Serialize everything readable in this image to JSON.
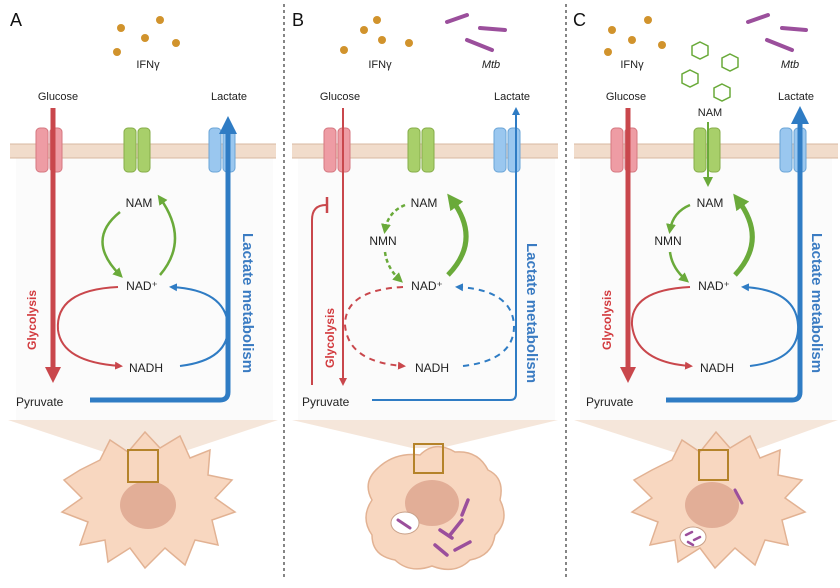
{
  "panels": [
    {
      "letter": "A",
      "cytokine": "IFNγ",
      "pathogen": "",
      "nam_outside": "",
      "glucose": "Glucose",
      "lactate": "Lactate",
      "nam": "NAM",
      "nmn": "",
      "nad": "NAD⁺",
      "nadh": "NADH",
      "pyruvate": "Pyruvate",
      "glycolysis": "Glycolysis",
      "lactate_metabolism": "Lactate metabolism"
    },
    {
      "letter": "B",
      "cytokine": "IFNγ",
      "pathogen": "Mtb",
      "nam_outside": "",
      "glucose": "Glucose",
      "lactate": "Lactate",
      "nam": "NAM",
      "nmn": "NMN",
      "nad": "NAD⁺",
      "nadh": "NADH",
      "pyruvate": "Pyruvate",
      "glycolysis": "Glycolysis",
      "lactate_metabolism": "Lactate metabolism"
    },
    {
      "letter": "C",
      "cytokine": "IFNγ",
      "pathogen": "Mtb",
      "nam_outside": "NAM",
      "glucose": "Glucose",
      "lactate": "Lactate",
      "nam": "NAM",
      "nmn": "NMN",
      "nad": "NAD⁺",
      "nadh": "NADH",
      "pyruvate": "Pyruvate",
      "glycolysis": "Glycolysis",
      "lactate_metabolism": "Lactate metabolism"
    }
  ],
  "colors": {
    "glycolysis_red": "#c9474c",
    "lactate_blue": "#2f7cc4",
    "nad_green": "#6aaa3a",
    "membrane": "#f1dccb",
    "cell": "#f8d7c0",
    "nucleus": "#e2ae97",
    "box": "#b5832a",
    "ifn_dot": "#d1932c",
    "mtb": "#9b4f9c"
  }
}
